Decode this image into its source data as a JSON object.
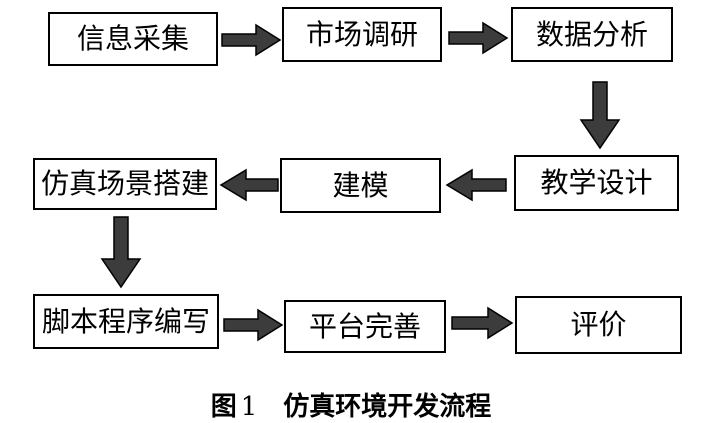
{
  "steps": {
    "info_collection": "信息采集",
    "market_research": "市场调研",
    "data_analysis": "数据分析",
    "teaching_design": "教学设计",
    "modeling": "建模",
    "scene_building": "仿真场景搭建",
    "script_writing": "脚本程序编写",
    "platform_refine": "平台完善",
    "evaluation": "评价"
  },
  "caption": {
    "figure": "图",
    "number": "1",
    "title": "仿真环境开发流程"
  },
  "colors": {
    "arrow": "#3c3c3c",
    "border": "#000000"
  }
}
